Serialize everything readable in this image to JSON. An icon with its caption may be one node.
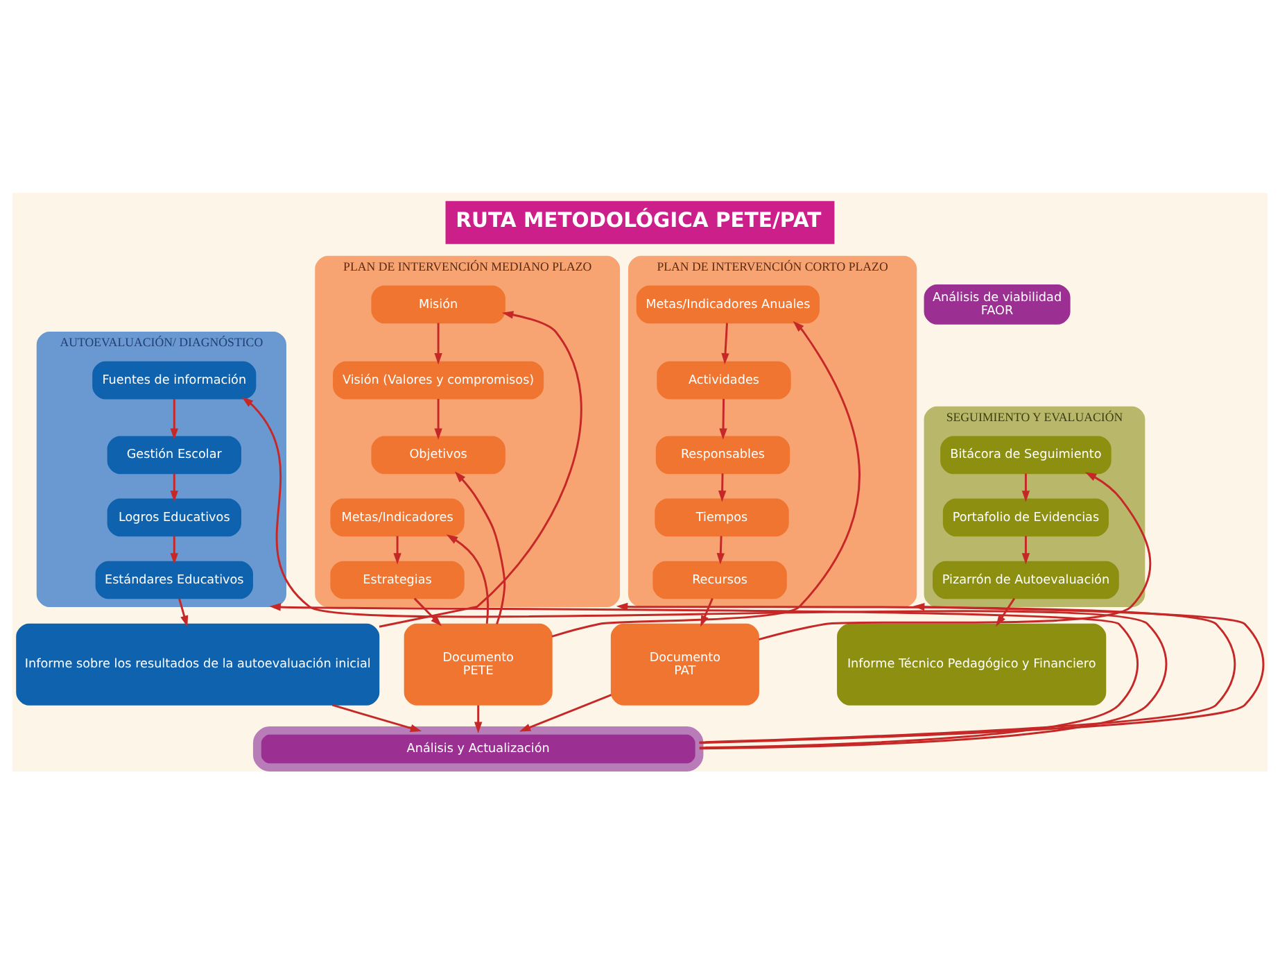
{
  "diagram": {
    "title": "RUTA METODOLÓGICA PETE/PAT",
    "nodes": [
      {
        "text": [
          "AUTOEVALUACIÓN/ DIAGNÓSTICO"
        ]
      },
      {
        "text": [
          "Fuentes de información"
        ],
        "in": 0
      },
      {
        "text": [
          "Gestión Escolar"
        ],
        "in": 0
      },
      {
        "text": [
          "Logros Educativos"
        ],
        "in": 0
      },
      {
        "text": [
          "Estándares Educativos"
        ],
        "in": 0
      },
      {
        "text": [
          "PLAN DE INTERVENCIÓN MEDIANO PLAZO"
        ]
      },
      {
        "text": [
          "Misión"
        ],
        "in": 5
      },
      {
        "text": [
          "Visión (Valores y compromisos)"
        ],
        "in": 5
      },
      {
        "text": [
          "Objetivos"
        ],
        "in": 5
      },
      {
        "text": [
          "Metas/Indicadores"
        ],
        "in": 5
      },
      {
        "text": [
          "Estrategias"
        ],
        "in": 5
      },
      {
        "text": [
          "PLAN DE INTERVENCIÓN CORTO PLAZO"
        ]
      },
      {
        "text": [
          "Metas/Indicadores Anuales"
        ],
        "in": 11
      },
      {
        "text": [
          "Actividades"
        ],
        "in": 11
      },
      {
        "text": [
          "Responsables"
        ],
        "in": 11
      },
      {
        "text": [
          "Tiempos"
        ],
        "in": 11
      },
      {
        "text": [
          "Recursos"
        ],
        "in": 11
      },
      {
        "text": [
          "SEGUIMIENTO Y EVALUACIÓN"
        ]
      },
      {
        "text": [
          "Bitácora de Seguimiento"
        ],
        "in": 17
      },
      {
        "text": [
          "Portafolio de Evidencias"
        ],
        "in": 17
      },
      {
        "text": [
          "Pizarrón de Autoevaluación"
        ],
        "in": 17
      },
      {
        "text": [
          "Informe sobre los resultados de la autoevaluación inicial"
        ]
      },
      {
        "text": [
          "Documento",
          "PETE"
        ]
      },
      {
        "text": [
          "Documento",
          "PAT"
        ]
      },
      {
        "text": [
          "Informe Técnico Pedagógico y Financiero"
        ]
      },
      {
        "text": [
          "Análisis de viabilidad",
          "FAOR"
        ]
      },
      {
        "text": [
          "Análisis y Actualización"
        ]
      }
    ],
    "edges": [
      {
        "from": 1,
        "to": 2,
        "arrow": "to"
      },
      {
        "from": 2,
        "to": 3,
        "arrow": "to"
      },
      {
        "from": 3,
        "to": 4,
        "arrow": "to"
      },
      {
        "from": 4,
        "to": 21,
        "arrow": "to"
      },
      {
        "from": 6,
        "to": 7,
        "arrow": "to"
      },
      {
        "from": 7,
        "to": 8,
        "arrow": "to"
      },
      {
        "from": 9,
        "to": 10,
        "arrow": "to"
      },
      {
        "from": 10,
        "to": 22,
        "arrow": "to"
      },
      {
        "from": 12,
        "to": 13,
        "arrow": "to"
      },
      {
        "from": 13,
        "to": 14,
        "arrow": "to"
      },
      {
        "from": 14,
        "to": 15,
        "arrow": "to"
      },
      {
        "from": 15,
        "to": 16,
        "arrow": "to"
      },
      {
        "from": 16,
        "to": 23,
        "arrow": "to"
      },
      {
        "from": 18,
        "to": 19,
        "arrow": "to"
      },
      {
        "from": 19,
        "to": 20,
        "arrow": "to"
      },
      {
        "from": 20,
        "to": 24,
        "arrow": "to"
      },
      {
        "from": 21,
        "to": 6,
        "arrow": "to"
      },
      {
        "from": 22,
        "to": 12,
        "arrow": "to"
      },
      {
        "from": 22,
        "to": 8,
        "arrow": "to"
      },
      {
        "from": 22,
        "to": 9,
        "arrow": "to"
      },
      {
        "from": 23,
        "to": 18,
        "arrow": "to"
      },
      {
        "from": 21,
        "to": 26,
        "arrow": "to"
      },
      {
        "from": 22,
        "to": 26,
        "arrow": "to"
      },
      {
        "from": 23,
        "to": 26,
        "arrow": "to"
      },
      {
        "from": 26,
        "to": 1,
        "arrow": "to"
      },
      {
        "from": 26,
        "to": 0,
        "arrow": "to"
      },
      {
        "from": 26,
        "to": 5,
        "arrow": "to"
      },
      {
        "from": 26,
        "to": 11,
        "arrow": "to"
      }
    ]
  }
}
